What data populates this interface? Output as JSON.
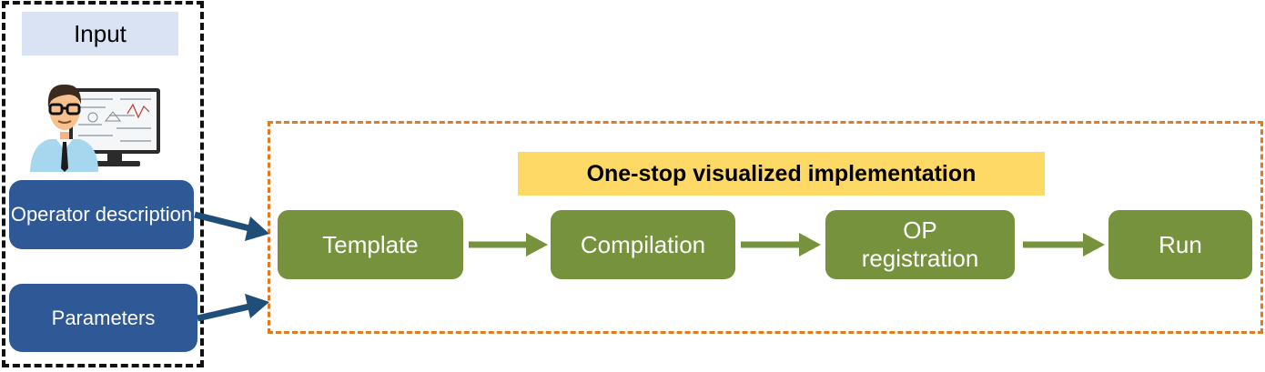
{
  "input": {
    "title": "Input",
    "operator_description": "Operator description",
    "parameters": "Parameters"
  },
  "flow": {
    "title": "One-stop visualized implementation",
    "steps": [
      {
        "label": "Template"
      },
      {
        "label": "Compilation"
      },
      {
        "label": "OP registration"
      },
      {
        "label": "Run"
      }
    ]
  },
  "colors": {
    "input_border": "#111111",
    "input_title_bg": "#dae3f3",
    "blue_box": "#2f5996",
    "flow_border": "#e07b20",
    "flow_title_bg": "#ffd966",
    "step_green": "#76923c",
    "arrow_blue": "#1f4e79",
    "arrow_green": "#76923c"
  }
}
